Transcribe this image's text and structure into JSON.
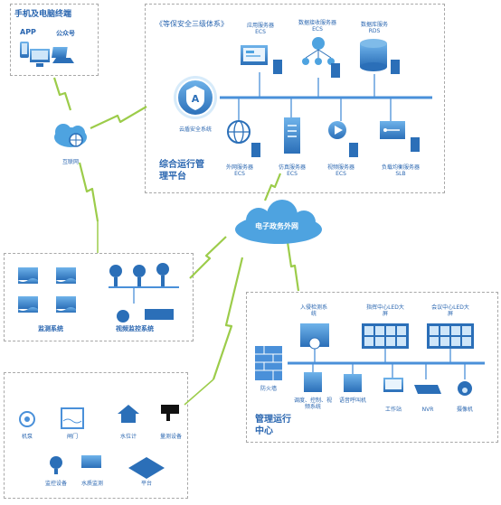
{
  "terminals": {
    "title": "手机及电脑终端",
    "app": "APP",
    "official_account": "公众号"
  },
  "internet": {
    "label": "互联网"
  },
  "platform": {
    "system_title": "《等保安全三级体系》",
    "name": "综合运行管理平台",
    "yundun": "云盾安全系统",
    "servers_top": [
      {
        "label": "应用服务器ECS"
      },
      {
        "label": "数据接收服务器ECS"
      },
      {
        "label": "数据库服务RDS"
      }
    ],
    "servers_bottom": [
      {
        "label": "外网服务器ECS"
      },
      {
        "label": "仿真服务器ECS"
      },
      {
        "label": "视频服务器ECS"
      },
      {
        "label": "负载均衡服务器SLB"
      }
    ]
  },
  "gov_network": {
    "label": "电子政务外网"
  },
  "monitoring": {
    "water_label": "监测系统",
    "video_label": "视频监控系统"
  },
  "ops_center": {
    "title": "管理运行中心",
    "firewall": "防火墙",
    "top": [
      {
        "label": "入侵检测系统"
      },
      {
        "label": "指挥中心LED大屏"
      },
      {
        "label": "会议中心LED大屏"
      }
    ],
    "bottom": [
      {
        "label": "调度、控制、视频系统"
      },
      {
        "label": "语音呼叫机"
      },
      {
        "label": "工作站"
      },
      {
        "label": "NVR"
      },
      {
        "label": "摄像机"
      }
    ]
  },
  "field": {
    "items": [
      {
        "label": "机泵"
      },
      {
        "label": "闸门"
      },
      {
        "label": "水位计"
      },
      {
        "label": "量测设备"
      },
      {
        "label": "监控设备"
      },
      {
        "label": "水质监测"
      },
      {
        "label": "平台"
      }
    ]
  },
  "colors": {
    "accent": "#2a66b0",
    "bus": "#4a90d9",
    "lightning": "#9ccc4a",
    "cloud": "#4ea3e0"
  }
}
